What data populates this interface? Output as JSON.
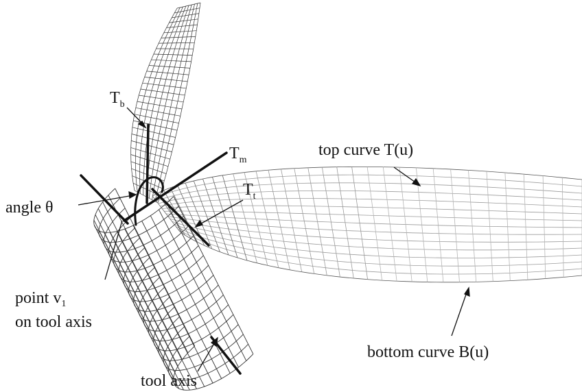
{
  "labels": {
    "tb": {
      "main": "T",
      "sub": "b"
    },
    "tm": {
      "main": "T",
      "sub": "m"
    },
    "tt": {
      "main": "T",
      "sub": "t"
    },
    "angle": "angle θ",
    "point_line1_main": "point v",
    "point_line1_sub": "1",
    "point_line2": "on tool axis",
    "tool_axis": "tool axis",
    "top_curve": "top curve T(u)",
    "bottom_curve": "bottom curve B(u)"
  },
  "colors": {
    "ink": "#111111",
    "mesh": "#333333",
    "mesh_light": "#9a9a9a"
  }
}
